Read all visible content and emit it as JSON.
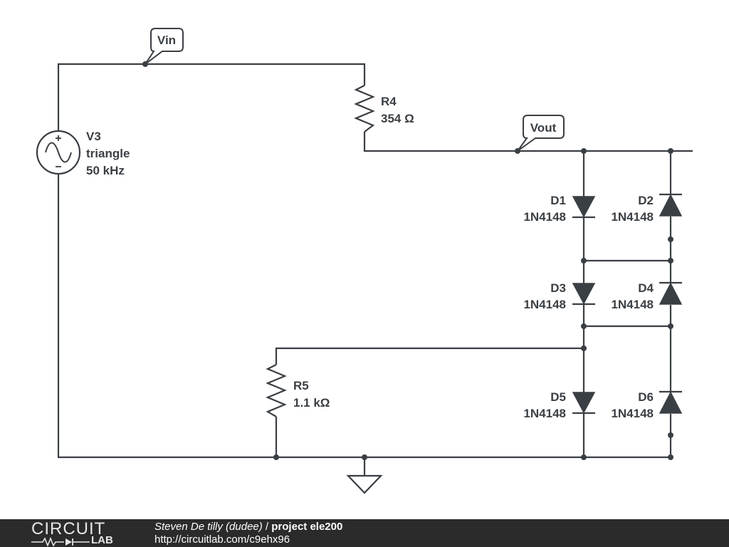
{
  "labels": {
    "vin": "Vin",
    "vout": "Vout"
  },
  "components": {
    "v3": {
      "ref": "V3",
      "waveform": "triangle",
      "freq": "50 kHz"
    },
    "r4": {
      "ref": "R4",
      "value": "354 Ω"
    },
    "r5": {
      "ref": "R5",
      "value": "1.1 kΩ"
    },
    "d1": {
      "ref": "D1",
      "part": "1N4148"
    },
    "d2": {
      "ref": "D2",
      "part": "1N4148"
    },
    "d3": {
      "ref": "D3",
      "part": "1N4148"
    },
    "d4": {
      "ref": "D4",
      "part": "1N4148"
    },
    "d5": {
      "ref": "D5",
      "part": "1N4148"
    },
    "d6": {
      "ref": "D6",
      "part": "1N4148"
    }
  },
  "footer": {
    "logo_top": "CIRCUIT",
    "logo_bottom": "LAB",
    "author": "Steven De tilly (dudee)",
    "separator": " / ",
    "project": "project ele200",
    "url": "http://circuitlab.com/c9ehx96"
  },
  "colors": {
    "wire": "#3a3f44",
    "footer_bg": "#2b2b2b"
  }
}
